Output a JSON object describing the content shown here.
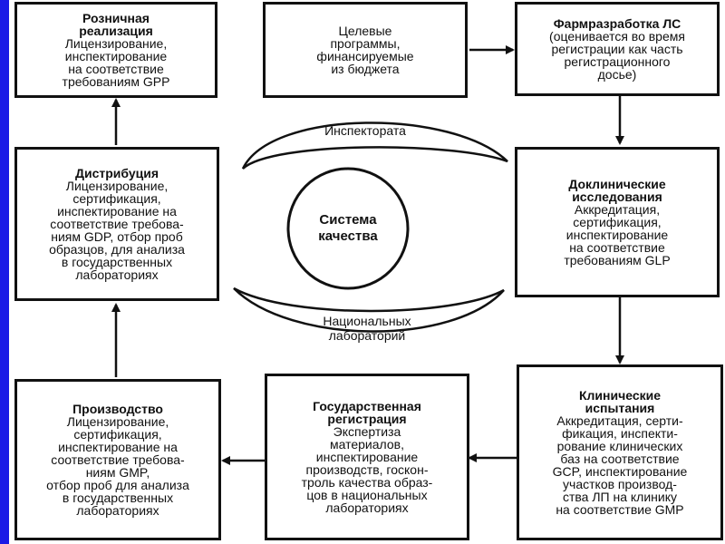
{
  "boxes": {
    "retail": {
      "title": "Розничная\nреализация",
      "body": "Лицензирование,\nинспектирование\nна соответствие\nтребованиям GPP"
    },
    "targets": {
      "title": "",
      "body": "Целевые\nпрограммы,\nфинансируемые\nиз бюджета"
    },
    "pharmdev": {
      "title": "Фармразработка ЛС",
      "body": "(оценивается во время\nрегистрации как часть\nрегистрационного\nдосье)"
    },
    "distribution": {
      "title": "Дистрибуция",
      "body": "Лицензирование,\nсертификация,\nинспектирование на\nсоответствие требова-\nниям GDP, отбор проб\nобразцов, для анализа\nв государственных\nлабораториях"
    },
    "preclinical": {
      "title": "Доклинические\nисследования",
      "body": "Аккредитация,\nсертификация,\nинспектирование\nна соответствие\nтребованиям GLP"
    },
    "production": {
      "title": "Производство",
      "body": "Лицензирование,\nсертификация,\nинспектирование на\nсоответствие требова-\nниям GMP,\nотбор проб для анализа\nв государственных\nлабораториях"
    },
    "registration": {
      "title": "Государственная\nрегистрация",
      "body": "Экспертиза\nматериалов,\nинспектирование\nпроизводств, госкон-\nтроль качества образ-\nцов в национальных\nлабораториях"
    },
    "clinical": {
      "title": "Клинические\nиспытания",
      "body": "Аккредитация, серти-\nфикация, инспекти-\nрование клинических\nбаз на соответствие\nGCP, инспектирование\nучастков производ-\nства ЛП на клинику\nна соответствие GMP"
    }
  },
  "center": {
    "inspectorate": "Инспектората",
    "system": "Система\nкачества",
    "national_labs": "Национальных\nлабораторий"
  }
}
